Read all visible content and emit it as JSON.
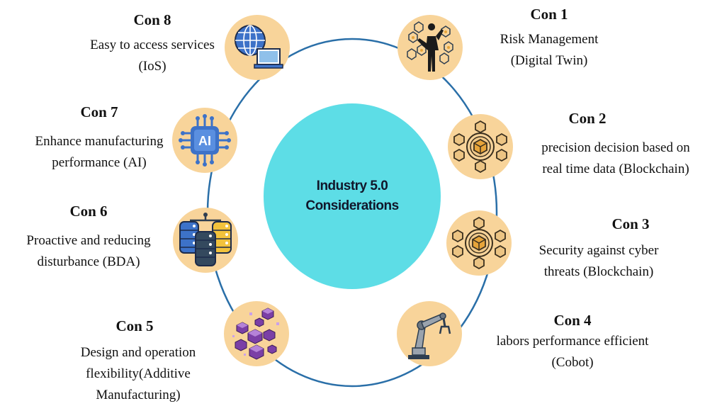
{
  "center": {
    "line1": "Industry 5.0",
    "line2": "Considerations"
  },
  "colors": {
    "ring": "#2a6fa8",
    "center_fill": "#5ddde6",
    "node_fill": "#f8d49a"
  },
  "considerations": [
    {
      "title": "Con 1",
      "lines": [
        "Risk Management",
        "(Digital Twin)"
      ],
      "icon": "digital-twin-icon"
    },
    {
      "title": "Con 2",
      "lines": [
        "precision decision based on",
        "real time data (Blockchain)"
      ],
      "icon": "blockchain-icon"
    },
    {
      "title": "Con 3",
      "lines": [
        "Security against cyber",
        "threats (Blockchain)"
      ],
      "icon": "blockchain-icon"
    },
    {
      "title": "Con 4",
      "lines": [
        "labors performance efficient",
        "(Cobot)"
      ],
      "icon": "robot-arm-icon"
    },
    {
      "title": "Con 5",
      "lines": [
        "Design and operation",
        "flexibility(Additive",
        "Manufacturing)"
      ],
      "icon": "additive-cubes-icon"
    },
    {
      "title": "Con 6",
      "lines": [
        "Proactive and reducing",
        "disturbance (BDA)"
      ],
      "icon": "database-icon"
    },
    {
      "title": "Con 7",
      "lines": [
        "Enhance manufacturing",
        "performance (AI)"
      ],
      "icon": "ai-chip-icon"
    },
    {
      "title": "Con 8",
      "lines": [
        "Easy to access services",
        "(IoS)"
      ],
      "icon": "globe-computer-icon"
    }
  ]
}
